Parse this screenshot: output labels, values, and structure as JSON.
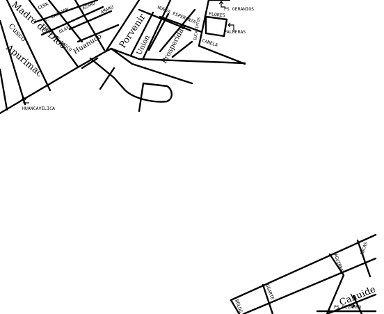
{
  "streets": {
    "madre_de_dios": "Madre de Dios",
    "cusco": "Cusco",
    "apurimac": "Apurimac",
    "huanuco": "Huanuco",
    "porvenir": "Porvenir",
    "union": "Union",
    "prosperidad": "Prosperidad",
    "cerro_de_pasco": "CERRO DE PASCO",
    "s_carrion": "S. CARRION",
    "olaya": "OLAYA",
    "cerr": "CERR",
    "lazaro": "LAZARO",
    "amaru": "AMARU",
    "nueva_esperanza": "NUEVA ESPERANZA",
    "eucaliptos": "EUCALIPTOS",
    "flores": "FLORES",
    "canela": "CANELA",
    "ps_geranios": "PS GERANIOS",
    "palmeras": "PALMERAS",
    "huancavelica": "HUANCAVELICA",
    "cahuide": "Cahuide",
    "incas": "INCAS",
    "aguirre": "AGUIRRE",
    "ugarte": "UGARTE",
    "bolognesi": "BOLOG",
    "ps_pizarro": "PS PIZARRO"
  },
  "icons": {
    "arrow_left": "left-arrow-icon",
    "arrow_right": "right-arrow-icon"
  },
  "colors": {
    "background": "#ffffff",
    "ink": "#000000"
  }
}
